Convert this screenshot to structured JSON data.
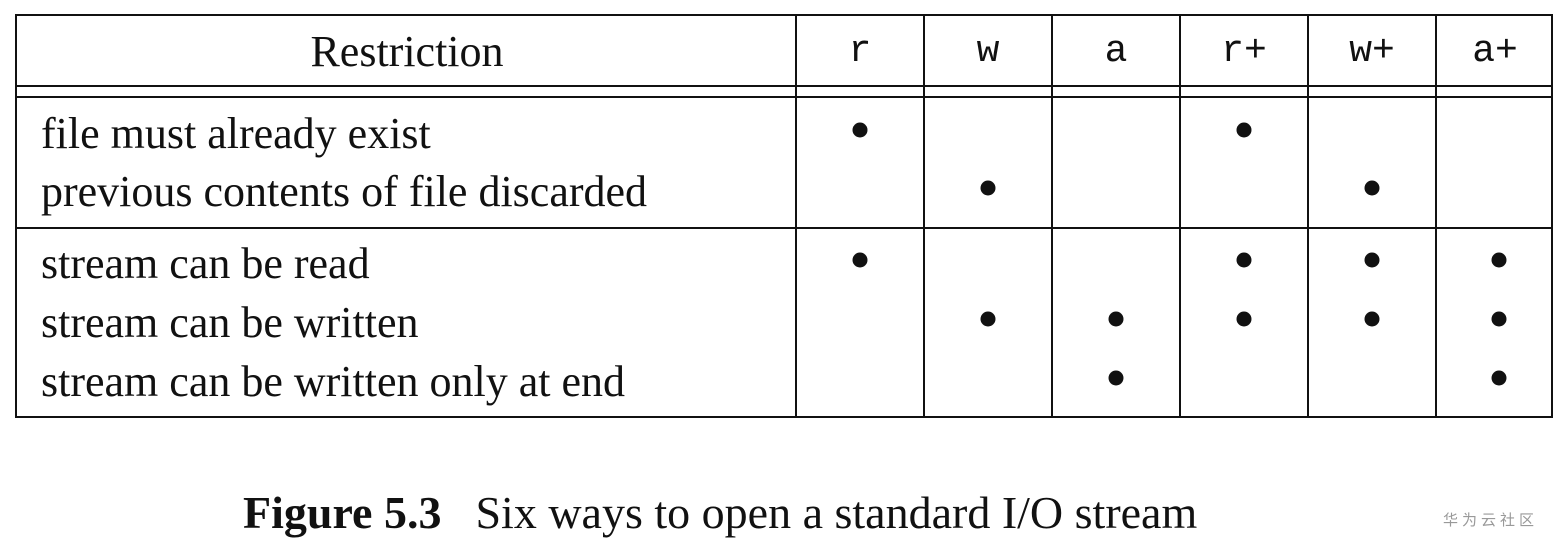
{
  "table": {
    "header": {
      "restriction": "Restriction",
      "modes": [
        "r",
        "w",
        "a",
        "r+",
        "w+",
        "a+"
      ]
    },
    "groups": [
      {
        "rows": [
          {
            "label": "file must already exist",
            "marks": [
              true,
              false,
              false,
              true,
              false,
              false
            ]
          },
          {
            "label": "previous contents of file discarded",
            "marks": [
              false,
              true,
              false,
              false,
              true,
              false
            ]
          }
        ]
      },
      {
        "rows": [
          {
            "label": "stream can be read",
            "marks": [
              true,
              false,
              false,
              true,
              true,
              true
            ]
          },
          {
            "label": "stream can be written",
            "marks": [
              false,
              true,
              true,
              true,
              true,
              true
            ]
          },
          {
            "label": "stream can be written only at end",
            "marks": [
              false,
              false,
              true,
              false,
              false,
              true
            ]
          }
        ]
      }
    ]
  },
  "caption": {
    "figure_label": "Figure 5.3",
    "text": "Six ways to open a standard I/O stream"
  },
  "watermark": "华为云社区"
}
